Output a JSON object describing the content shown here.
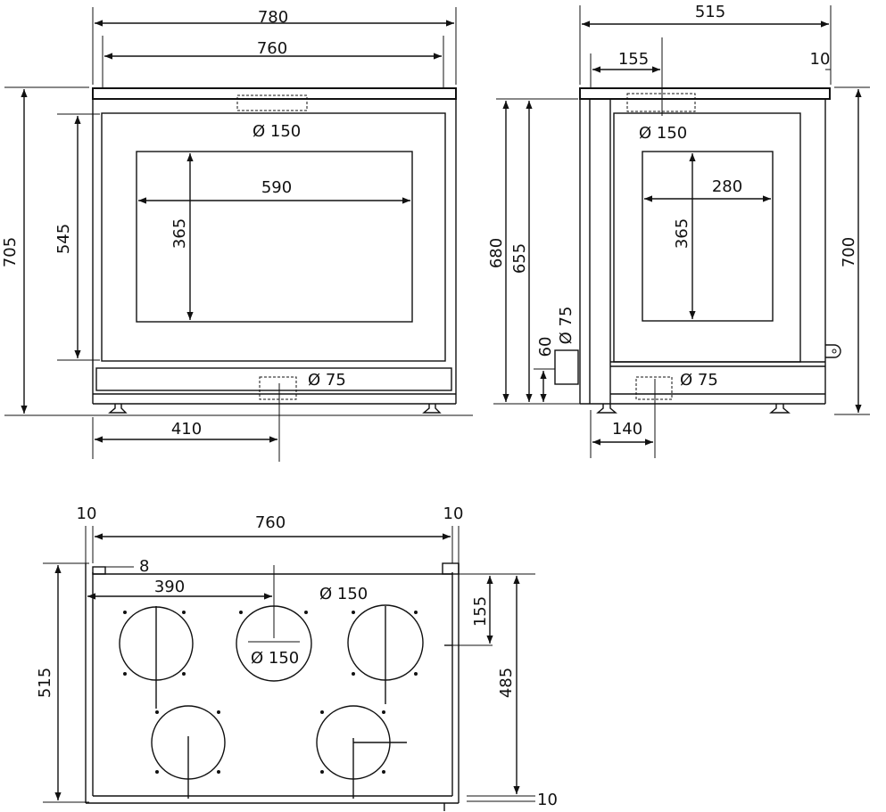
{
  "front_view": {
    "width_outer": "780",
    "width_inner": "760",
    "height_total": "705",
    "height_door": "545",
    "window_width": "590",
    "window_height": "365",
    "top_outlet": "Ø 150",
    "bottom_outlet": "Ø 75",
    "outlet_offset": "410"
  },
  "side_view": {
    "depth_total": "515",
    "outlet_offset": "155",
    "top_overhang": "10",
    "height_left_outer": "680",
    "height_left_inner": "655",
    "height_right": "700",
    "window_width": "280",
    "window_height": "365",
    "top_outlet": "Ø 150",
    "side_outlet": "Ø 75",
    "side_outlet_height": "60",
    "bottom_outlet": "Ø 75",
    "bottom_outlet_offset": "140"
  },
  "top_view": {
    "left_margin": "10",
    "right_margin": "10",
    "width": "760",
    "lip": "8",
    "hole_offset": "390",
    "hole_label_top": "Ø 150",
    "hole_label_mid": "Ø 150",
    "depth": "515",
    "front_offset": "155",
    "depth_inner": "485",
    "bottom_margin": "10"
  }
}
